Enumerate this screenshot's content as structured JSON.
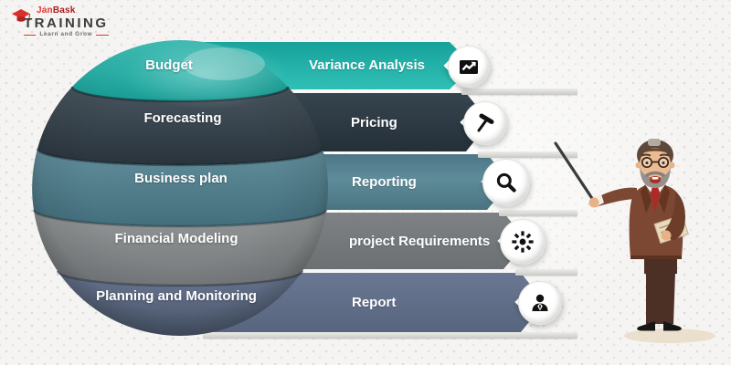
{
  "logo": {
    "brand_first": "Jan",
    "brand_second": "Bask",
    "title": "TRAINING",
    "tagline": "Learn and Grow"
  },
  "sphere": {
    "layers": [
      {
        "label": "Budget",
        "color": "#2bb7ae"
      },
      {
        "label": "Forecasting",
        "color": "#333f49"
      },
      {
        "label": "Business plan",
        "color": "#53808f"
      },
      {
        "label": "Financial Modeling",
        "color": "#888b8d"
      },
      {
        "label": "Planning and Monitoring",
        "color": "#60708c"
      }
    ]
  },
  "ribbons": [
    {
      "label": "Variance Analysis",
      "icon": "line-chart-icon",
      "color": "#1fada5"
    },
    {
      "label": "Pricing",
      "icon": "gavel-icon",
      "color": "#2d3a44"
    },
    {
      "label": "Reporting",
      "icon": "magnifier-icon",
      "color": "#54808f"
    },
    {
      "label": "project Requirements",
      "icon": "burst-icon",
      "color": "#75797b"
    },
    {
      "label": "Report",
      "icon": "person-icon",
      "color": "#5f6d88"
    }
  ]
}
